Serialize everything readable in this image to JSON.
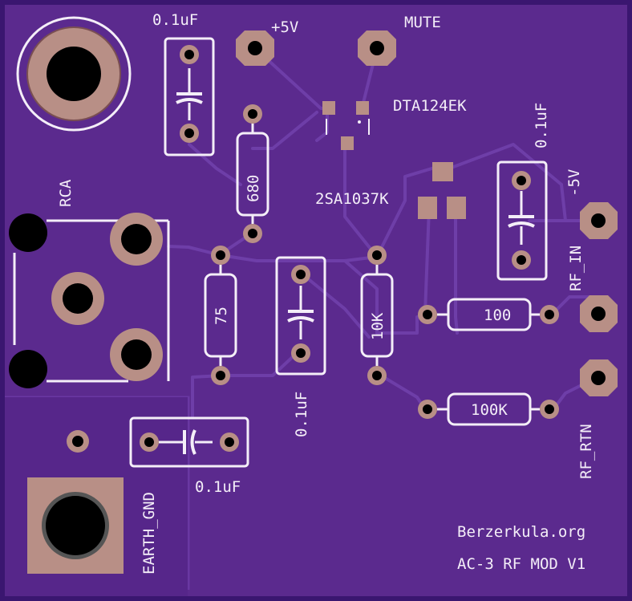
{
  "colors": {
    "board": "#5b2a8e",
    "board_edge": "#3a1670",
    "trace": "#6a38a2",
    "silkscreen": "#f4eef8",
    "pad": "#b88f86",
    "pad_dark": "#7a4f52",
    "drill": "#000000"
  },
  "labels": {
    "cap_top": "0.1uF",
    "plus5v": "+5V",
    "mute": "MUTE",
    "transistor1": "DTA124EK",
    "cap_right": "0.1uF",
    "minus5v": "-5V",
    "transistor2": "2SA1037K",
    "rca": "RCA",
    "r680": "680",
    "r75": "75",
    "r10k": "10K",
    "r100": "100",
    "r100k": "100K",
    "rf_in": "RF_IN",
    "rf_rtn": "RF_RTN",
    "cap_mid": "0.1uF",
    "cap_bottom": "0.1uF",
    "earth_gnd": "EARTH_GND",
    "website": "Berzerkula.org",
    "board_title": "AC-3 RF MOD V1"
  }
}
